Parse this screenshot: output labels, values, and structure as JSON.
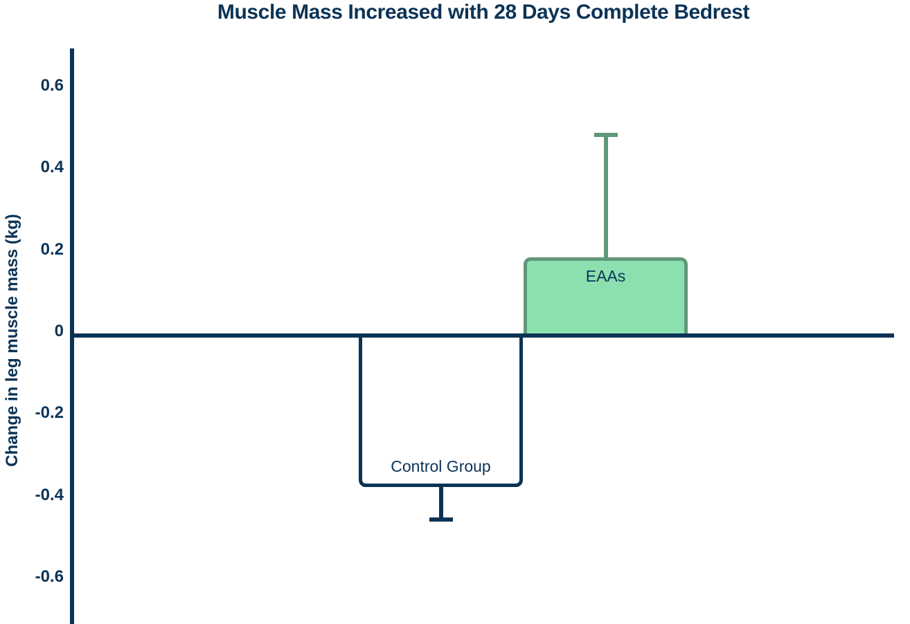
{
  "page": {
    "background": "#ffffff"
  },
  "chart_data": {
    "type": "bar",
    "title": "Muscle Mass Increased with 28 Days Complete Bedrest",
    "ylabel": "Change in leg muscle mass (kg)",
    "categories": [
      "Control Group",
      "EAAs"
    ],
    "series": [
      {
        "name": "Change in leg muscle mass (kg)",
        "values": [
          -0.38,
          0.18
        ]
      }
    ],
    "error_whisker_tips": [
      -0.46,
      0.48
    ],
    "bar_label_placement": "inside",
    "yticks": [
      "0.6",
      "0.4",
      "0.2",
      "0",
      "-0.2",
      "-0.4",
      "-0.6"
    ],
    "ytick_values": [
      0.6,
      0.4,
      0.2,
      0,
      -0.2,
      -0.4,
      -0.6
    ],
    "ylim": [
      -0.71,
      0.69
    ],
    "grid": false,
    "legend": "none",
    "colors": {
      "navy": "#0b3356",
      "title_text": "#0b3356",
      "axis_line": "#0b3356",
      "tick_text": "#0b3356",
      "bar_label_text": "#0b3356"
    },
    "bars": [
      {
        "label": "Control Group",
        "value": -0.38,
        "whisker_tip": -0.46,
        "fill": "#ffffff",
        "border": "#0b3356",
        "whisker_color": "#0b3356"
      },
      {
        "label": "EAAs",
        "value": 0.18,
        "whisker_tip": 0.48,
        "fill": "#8ce0b0",
        "border": "#5f9778",
        "whisker_color": "#5f9778"
      }
    ]
  }
}
